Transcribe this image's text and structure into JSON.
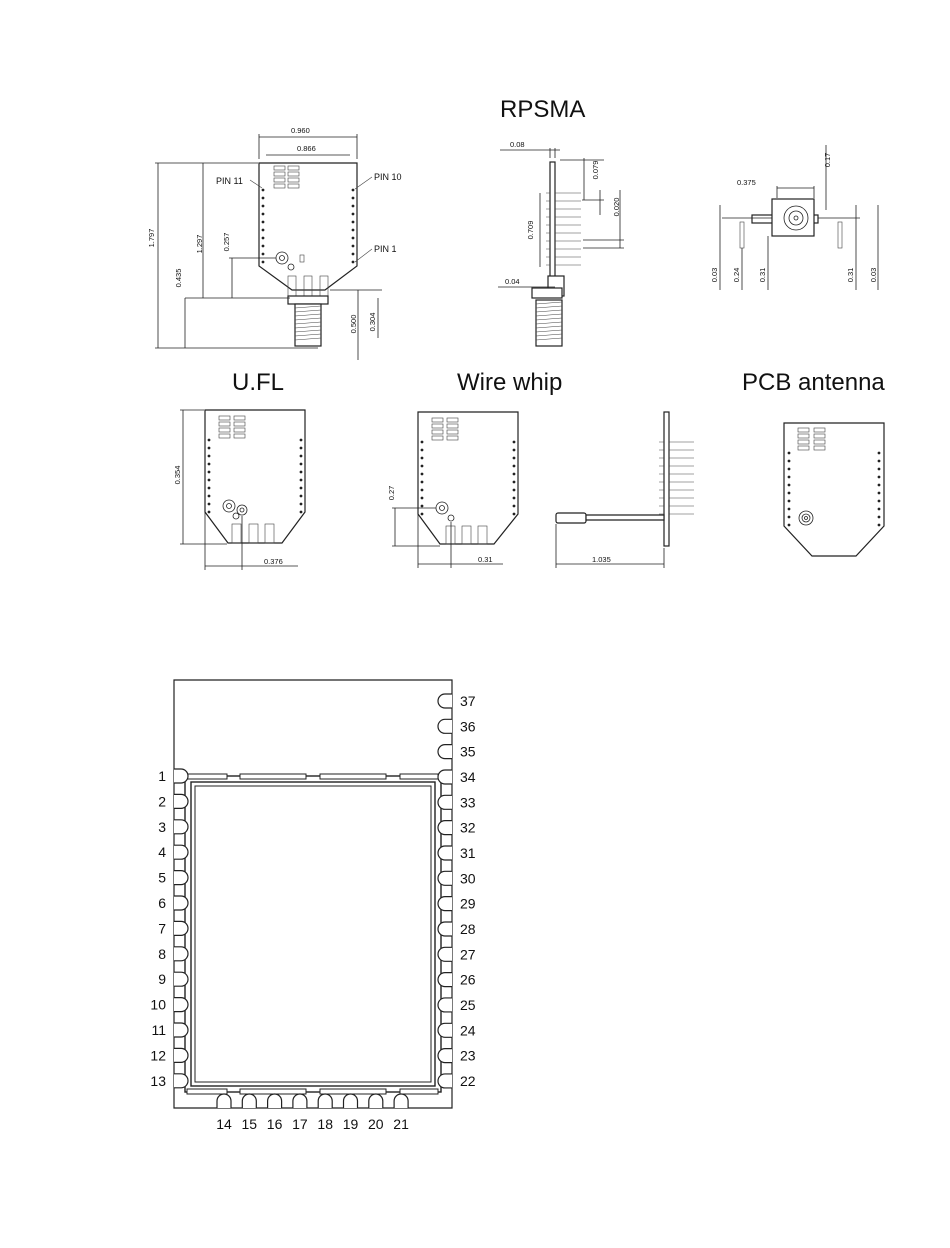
{
  "titles": {
    "rpsma": "RPSMA",
    "ufl": "U.FL",
    "wire_whip": "Wire whip",
    "pcb_antenna": "PCB antenna"
  },
  "rpsma_front": {
    "width_outer": "0.960",
    "width_inner": "0.866",
    "pin11": "PIN 11",
    "pin10": "PIN 10",
    "pin1": "PIN 1",
    "h_total": "1.797",
    "h_body": "1.297",
    "h_257": "0.257",
    "h_435": "0.435",
    "h_500": "0.500",
    "h_304": "0.304"
  },
  "rpsma_side": {
    "d_08": "0.08",
    "d_079": "0.079",
    "d_020": "0.020",
    "d_709": "0.709",
    "d_04": "0.04"
  },
  "rpsma_end": {
    "d_375": "0.375",
    "d_17": "0.17",
    "d_03a": "0.03",
    "d_24": "0.24",
    "d_31a": "0.31",
    "d_31b": "0.31",
    "d_03b": "0.03"
  },
  "ufl": {
    "d_354": "0.354",
    "d_376": "0.376"
  },
  "wire": {
    "d_27": "0.27",
    "d_31": "0.31",
    "d_1035": "1.035"
  },
  "footprint": {
    "left_pins": [
      "1",
      "2",
      "3",
      "4",
      "5",
      "6",
      "7",
      "8",
      "9",
      "10",
      "11",
      "12",
      "13"
    ],
    "right_pins": [
      "37",
      "36",
      "35",
      "34",
      "33",
      "32",
      "31",
      "30",
      "29",
      "28",
      "27",
      "26",
      "25",
      "24",
      "23",
      "22"
    ],
    "bottom_pins": [
      "14",
      "15",
      "16",
      "17",
      "18",
      "19",
      "20",
      "21"
    ]
  }
}
